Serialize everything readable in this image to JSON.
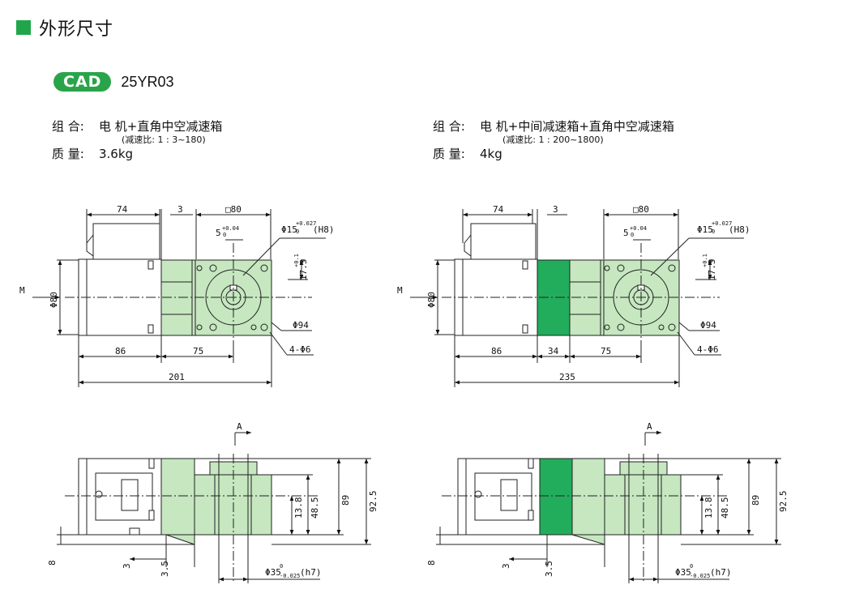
{
  "section_title": "外形尺寸",
  "cad_badge": "CAD",
  "model": "25YR03",
  "left": {
    "combo_label": "组 合:",
    "combo_value": "电 机+直角中空减速箱",
    "ratio": "(减速比: 1 : 3~180)",
    "mass_label": "质 量:",
    "mass_value": "3.6kg",
    "dims": {
      "d74": "74",
      "d3": "3",
      "d80sq": "□80",
      "d5": "5",
      "d5_tol": "+0.04",
      "d5_tol2": "0",
      "d15": "Φ15",
      "d15_tol": "+0.027",
      "d15_tol2": "0",
      "d15_fit": "(H8)",
      "d17": "17.3",
      "d17_tol": "+0.1",
      "d17_tol2": "0",
      "dphi80": "Φ80",
      "d94": "Φ94",
      "dholes": "4-Φ6",
      "d86": "86",
      "d75": "75",
      "d201": "201",
      "dM": "M",
      "dA": "A",
      "d89": "89",
      "d92": "92.5",
      "d138": "13.8",
      "d485": "48.5",
      "d8": "8",
      "d3b": "3",
      "d35": "3.5",
      "d35h": "Φ35",
      "d35h_tol": "0",
      "d35h_tol2": "-0.025",
      "d35h_fit": "(h7)"
    }
  },
  "right": {
    "combo_label": "组 合:",
    "combo_value": "电 机+中间减速箱+直角中空减速箱",
    "ratio": "(减速比: 1 : 200~1800)",
    "mass_label": "质 量:",
    "mass_value": "4kg",
    "dims": {
      "d74": "74",
      "d3": "3",
      "d80sq": "□80",
      "d5": "5",
      "d5_tol": "+0.04",
      "d5_tol2": "0",
      "d15": "Φ15",
      "d15_tol": "+0.027",
      "d15_tol2": "0",
      "d15_fit": "(H8)",
      "d17": "17.3",
      "d17_tol": "+0.1",
      "d17_tol2": "0",
      "dphi80": "Φ80",
      "d94": "Φ94",
      "dholes": "4-Φ6",
      "d86": "86",
      "d34": "34",
      "d75": "75",
      "d235": "235",
      "dM": "M",
      "dA": "A",
      "d89": "89",
      "d92": "92.5",
      "d138": "13.8",
      "d485": "48.5",
      "d8": "8",
      "d3b": "3",
      "d35": "3.5",
      "d35h": "Φ35",
      "d35h_tol": "0",
      "d35h_tol2": "-0.025",
      "d35h_fit": "(h7)"
    }
  },
  "colors": {
    "accent": "#1fa64a",
    "gearbox": "#c6e7c0",
    "intermediate": "#22ad5c",
    "motor": "#ffffff"
  }
}
